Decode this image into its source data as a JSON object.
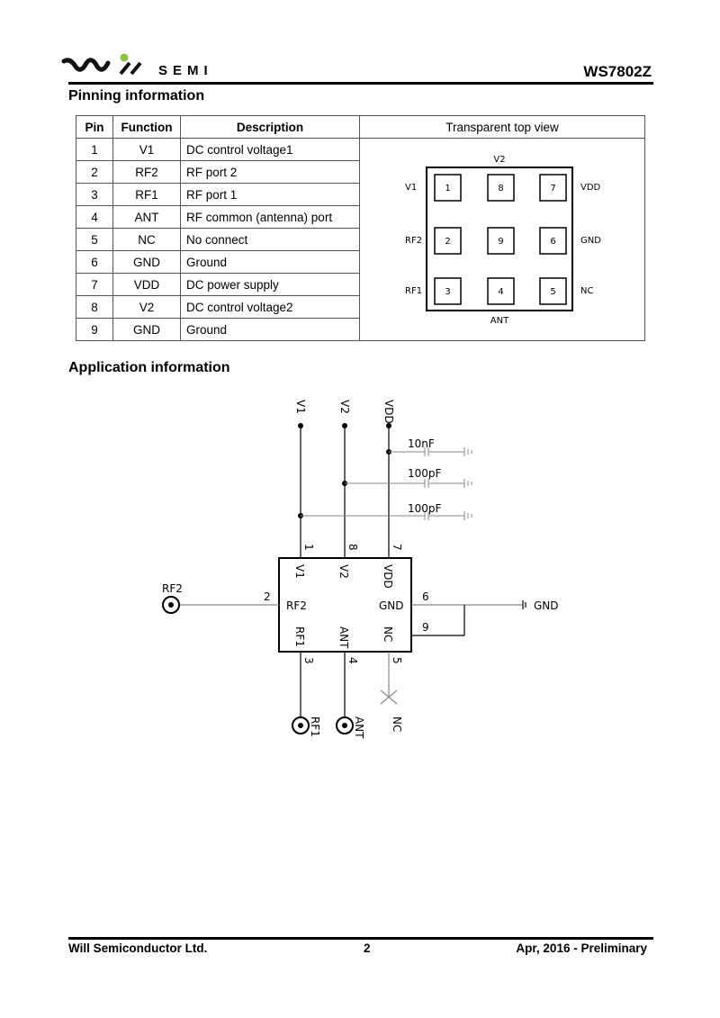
{
  "header": {
    "logo_text": "SEMI",
    "logo_brand": "Will",
    "part_number": "WS7802Z"
  },
  "pinning": {
    "title": "Pinning information",
    "columns": [
      "Pin",
      "Function",
      "Description",
      "Transparent top view"
    ],
    "rows": [
      {
        "pin": "1",
        "function": "V1",
        "description": "DC control voltage1"
      },
      {
        "pin": "2",
        "function": "RF2",
        "description": "RF port 2"
      },
      {
        "pin": "3",
        "function": "RF1",
        "description": "RF port 1"
      },
      {
        "pin": "4",
        "function": "ANT",
        "description": "RF common (antenna) port"
      },
      {
        "pin": "5",
        "function": "NC",
        "description": "No connect"
      },
      {
        "pin": "6",
        "function": "GND",
        "description": "Ground"
      },
      {
        "pin": "7",
        "function": "VDD",
        "description": "DC power supply"
      },
      {
        "pin": "8",
        "function": "V2",
        "description": "DC control voltage2"
      },
      {
        "pin": "9",
        "function": "GND",
        "description": "Ground"
      }
    ],
    "top_view": {
      "top": "V2",
      "bottom": "ANT",
      "left": [
        "V1",
        "RF2",
        "RF1"
      ],
      "right": [
        "VDD",
        "GND",
        "NC"
      ],
      "pads": [
        [
          "1",
          "8",
          "7"
        ],
        [
          "2",
          "9",
          "6"
        ],
        [
          "3",
          "4",
          "5"
        ]
      ]
    }
  },
  "application": {
    "title": "Application information",
    "rails": [
      "V1",
      "V2",
      "VDD"
    ],
    "caps": [
      "10nF",
      "100pF",
      "100pF"
    ],
    "chip_pins": {
      "top": [
        "V1",
        "V2",
        "VDD"
      ],
      "top_nums": [
        "1",
        "8",
        "7"
      ],
      "left": "RF2",
      "left_num": "2",
      "right": "GND",
      "right_nums": [
        "6",
        "9"
      ],
      "bottom": [
        "RF1",
        "ANT",
        "NC"
      ],
      "bottom_nums": [
        "3",
        "4",
        "5"
      ]
    },
    "ports": {
      "rf2": "RF2",
      "rf1": "RF1",
      "ant": "ANT",
      "nc": "NC",
      "gnd": "GND"
    }
  },
  "footer": {
    "company": "Will Semiconductor Ltd.",
    "page": "2",
    "date": "Apr, 2016 - Preliminary"
  },
  "colors": {
    "logo_green": "#8cc63f"
  }
}
